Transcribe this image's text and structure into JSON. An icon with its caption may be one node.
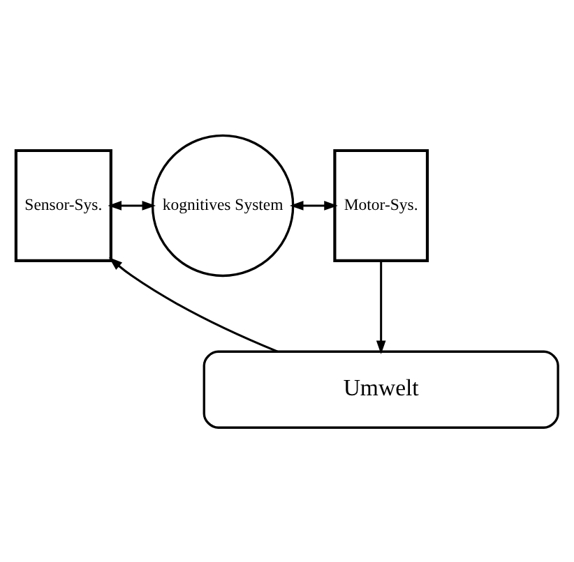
{
  "diagram": {
    "nodes": [
      {
        "text": [
          "Sensor-Sys."
        ]
      },
      {
        "text": [
          "kognitives System"
        ]
      },
      {
        "text": [
          "Motor-Sys."
        ]
      },
      {
        "text": [
          "Umwelt"
        ]
      }
    ],
    "edges": [
      {
        "from": 0,
        "to": 1,
        "arrow": "both"
      },
      {
        "from": 1,
        "to": 2,
        "arrow": "both"
      },
      {
        "from": 3,
        "to": 0,
        "arrow": "to"
      },
      {
        "from": 2,
        "to": 3,
        "arrow": "to"
      }
    ]
  }
}
